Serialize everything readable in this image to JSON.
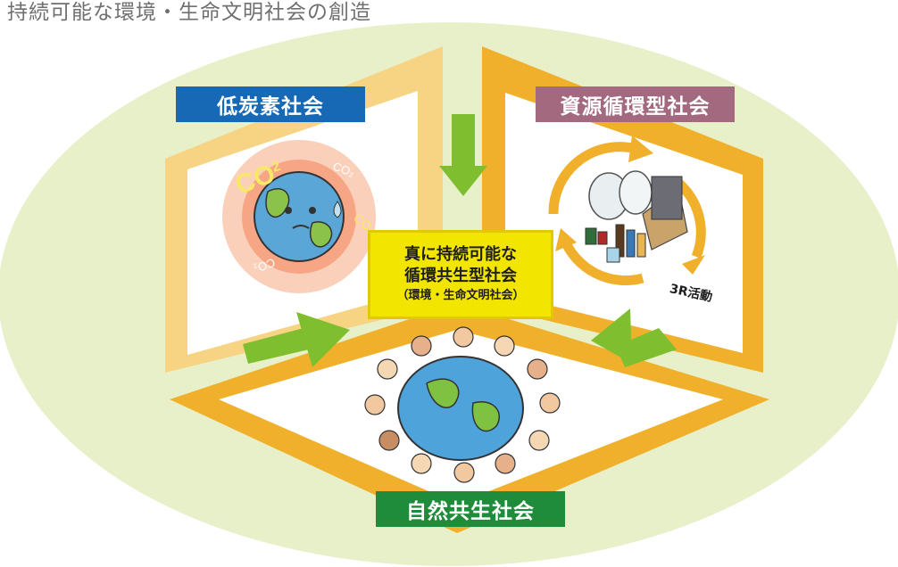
{
  "title": "持続可能な環境・生命文明社会の創造",
  "labels": {
    "low_carbon": "低炭素社会",
    "recycling": "資源循環型社会",
    "nature": "自然共生社会"
  },
  "center": {
    "line1": "真に持続可能な",
    "line2": "循環共生型社会",
    "line3": "（環境・生命文明社会）"
  },
  "earth_labels": {
    "co2_main": "CO",
    "co2_main_sub": "2",
    "co2_small": "CO₂"
  },
  "recycle_label": "3R活動",
  "colors": {
    "background_oval": "#e7f0c9",
    "frame_light": "#f7d484",
    "frame_dark": "#f0b02c",
    "arrow": "#7fbf2f",
    "low_carbon_bg": "#1769b5",
    "recycling_bg": "#a3697f",
    "nature_bg": "#1e8c3a",
    "center_bg": "#f2e600"
  }
}
